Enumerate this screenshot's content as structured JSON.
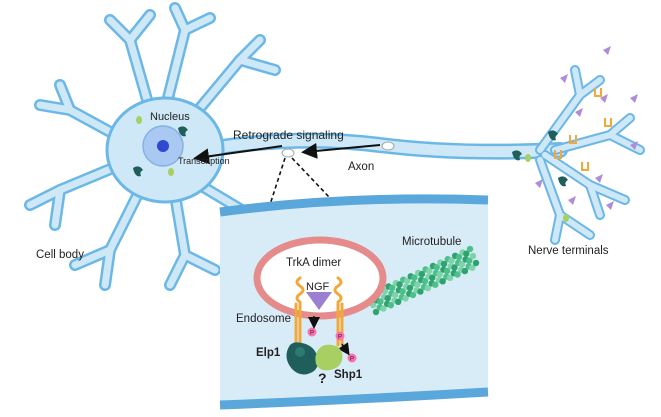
{
  "labels": {
    "nucleus": "Nucleus",
    "transcription": "Transcription",
    "retrograde": "Retrograde signaling",
    "axon": "Axon",
    "cell_body": "Cell body",
    "nerve_terminals": "Nerve terminals",
    "microtubule": "Microtubule",
    "trka_dimer": "TrkA dimer",
    "ngf": "NGF",
    "endosome": "Endosome",
    "elp1": "Elp1",
    "shp1": "Shp1",
    "phospho_mark": "P",
    "unknown_mark": "?"
  },
  "colors": {
    "neuron_fill": "#cfe8f7",
    "neuron_stroke": "#6bb8e6",
    "nucleus": "#2f49d0",
    "cytoplasm": "#d8ecf8",
    "endosome_ring": "#e58b8b",
    "receptor": "#f2a93b",
    "ngf": "#9b7fd1",
    "elp1": "#1f5e5a",
    "shp1": "#a7cf62",
    "microtubule": "#4cc08a"
  }
}
